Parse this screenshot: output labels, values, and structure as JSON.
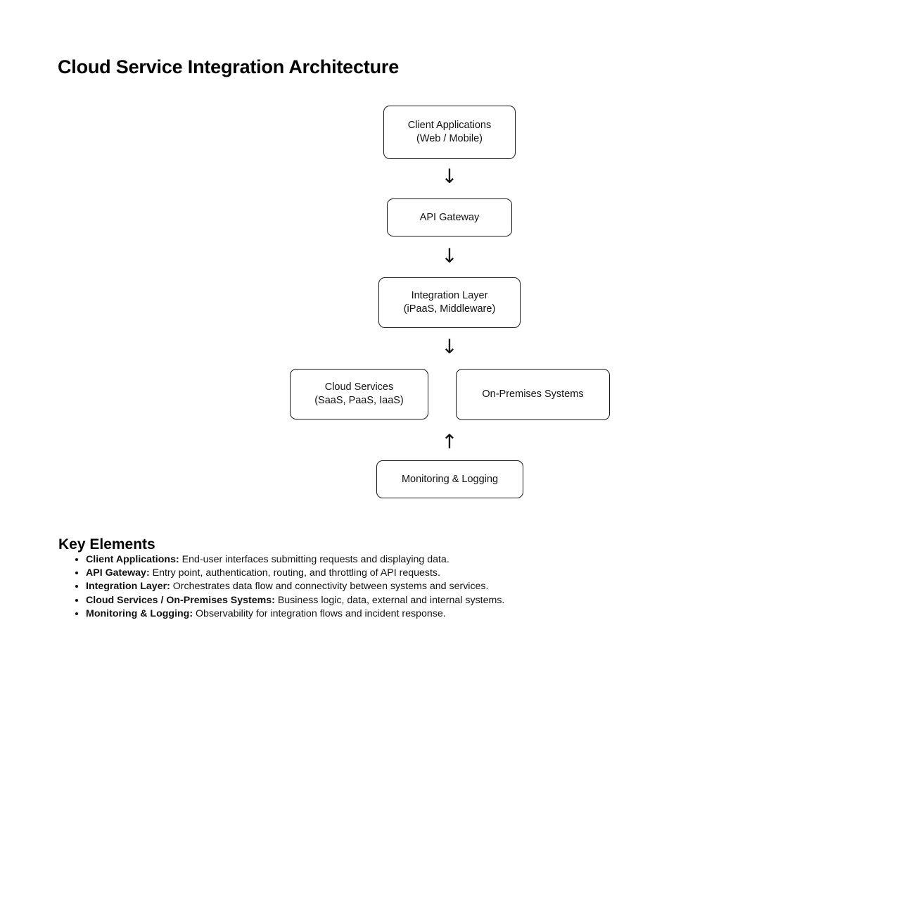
{
  "document": {
    "title": "Cloud Service Integration Architecture"
  },
  "diagram": {
    "nodes": [
      {
        "id": "client-applications",
        "label": "Client Applications\n(Web / Mobile)"
      },
      {
        "id": "api-gateway",
        "label": "API Gateway"
      },
      {
        "id": "integration-layer",
        "label": "Integration Layer\n(iPaaS, Middleware)"
      },
      {
        "id": "cloud-services",
        "label": "Cloud Services\n(SaaS, PaaS, IaaS)"
      },
      {
        "id": "on-premises-systems",
        "label": "On-Premises Systems"
      },
      {
        "id": "monitoring-logging",
        "label": "Monitoring & Logging"
      }
    ],
    "arrows": [
      {
        "id": "client-to-gateway",
        "glyph": "↓",
        "direction": "down"
      },
      {
        "id": "gateway-to-integration",
        "glyph": "↓",
        "direction": "down"
      },
      {
        "id": "integration-to-services",
        "glyph": "↓",
        "direction": "down"
      },
      {
        "id": "monitoring-to-services",
        "glyph": "↑",
        "direction": "up"
      }
    ]
  },
  "key_elements": {
    "heading": "Key Elements",
    "items": [
      {
        "term": "Client Applications:",
        "description": " End-user interfaces submitting requests and displaying data."
      },
      {
        "term": "API Gateway:",
        "description": " Entry point, authentication, routing, and throttling of API requests."
      },
      {
        "term": "Integration Layer:",
        "description": " Orchestrates data flow and connectivity between systems and services."
      },
      {
        "term": "Cloud Services / On-Premises Systems:",
        "description": " Business logic, data, external and internal systems."
      },
      {
        "term": "Monitoring & Logging:",
        "description": " Observability for integration flows and incident response."
      }
    ]
  },
  "colors": {
    "background": "#ffffff",
    "text": "#111111",
    "node_border": "#1a1a1a"
  }
}
